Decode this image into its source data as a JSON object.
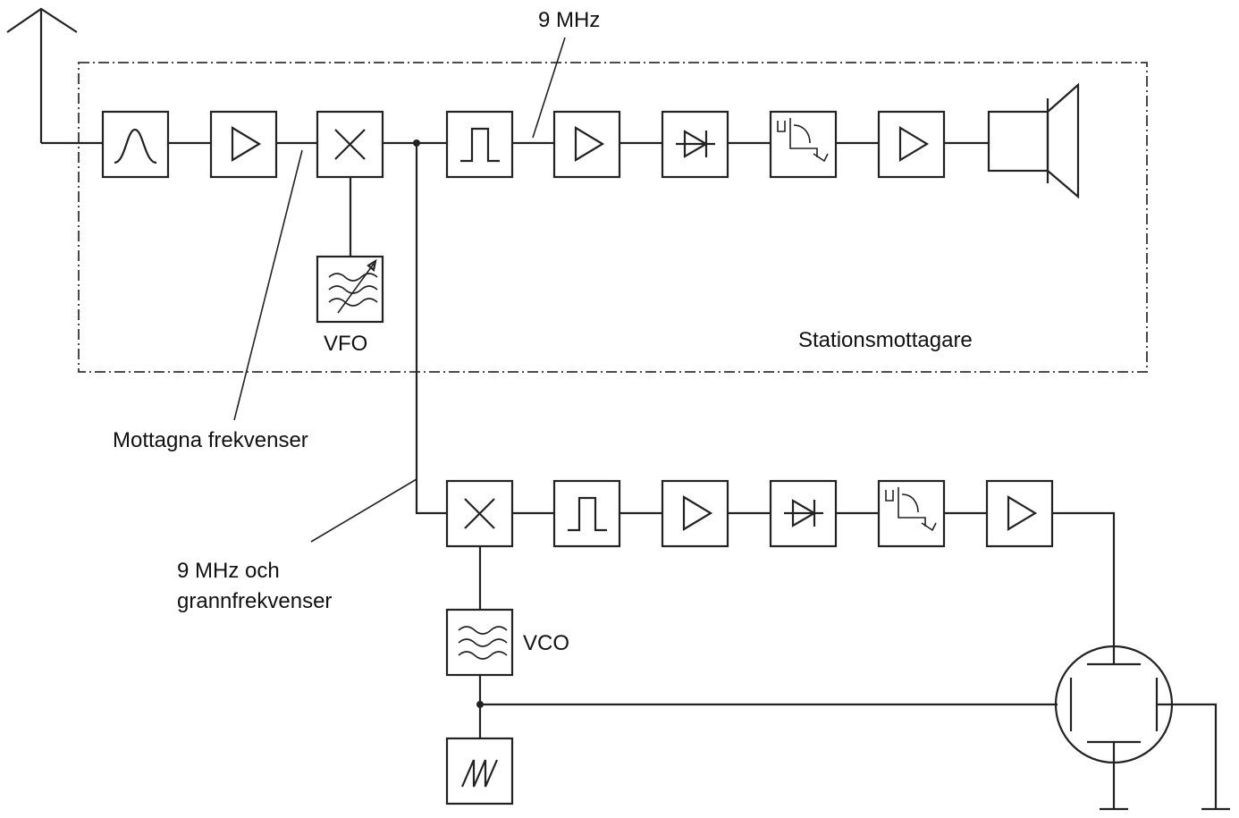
{
  "labels": {
    "if_frequency": "9 MHz",
    "vfo": "VFO",
    "station_receiver": "Stationsmottagare",
    "received_frequencies": "Mottagna frekvenser",
    "neighbor_line1": "9 MHz och",
    "neighbor_line2": "grannfrekvenser",
    "vco": "VCO"
  },
  "top_chain": [
    "bandpass-filter",
    "amplifier",
    "mixer",
    "if-filter",
    "if-amplifier",
    "detector",
    "agc",
    "audio-amplifier",
    "loudspeaker"
  ],
  "bottom_chain": [
    "mixer",
    "if-filter",
    "if-amplifier",
    "detector",
    "agc",
    "amplifier",
    "crt-display"
  ],
  "oscillators": [
    "vfo",
    "vco",
    "sawtooth-generator"
  ]
}
